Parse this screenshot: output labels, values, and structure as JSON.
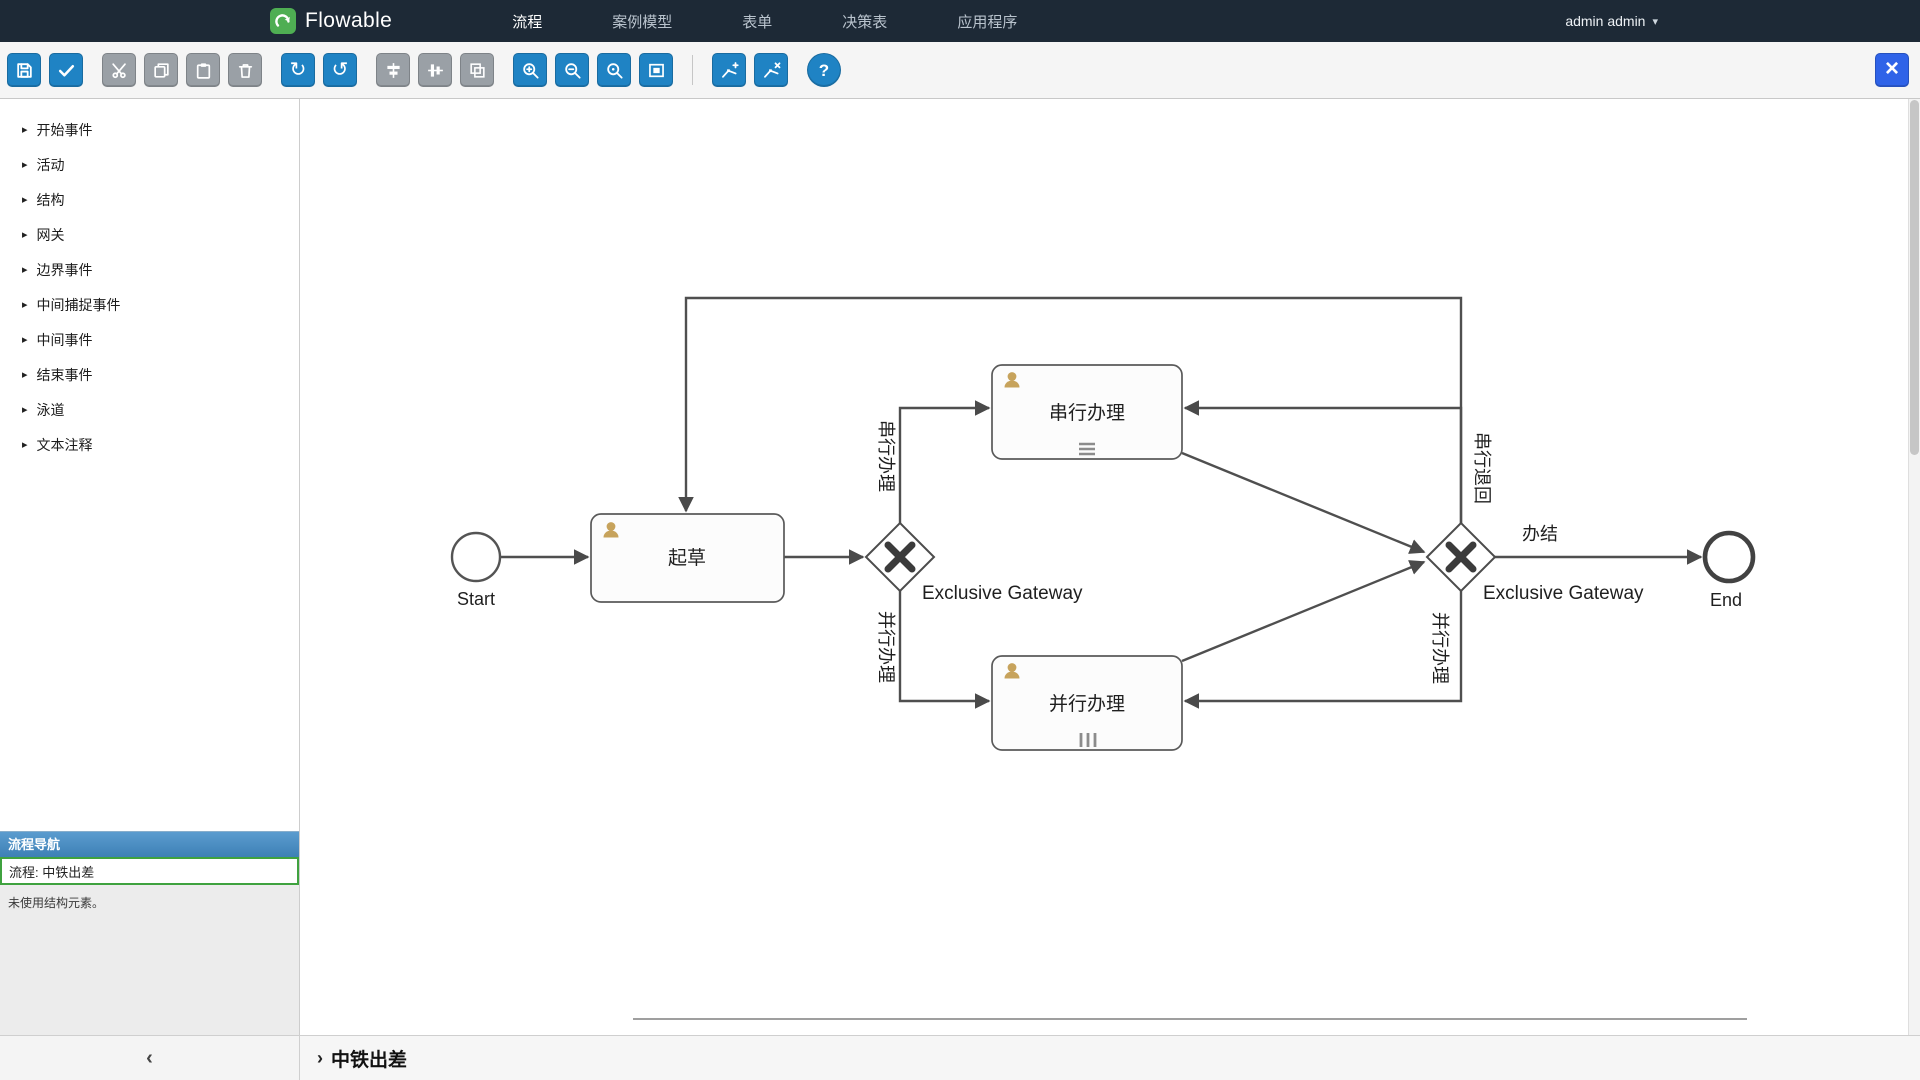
{
  "navbar": {
    "brand": "Flowable",
    "items": [
      "流程",
      "案例模型",
      "表单",
      "决策表",
      "应用程序"
    ],
    "active_item": "流程",
    "user_label": "admin admin"
  },
  "icons": {
    "user_caret": "▾",
    "palette_chevron": "▸",
    "collapse_left": "‹",
    "footer_chevron": "›",
    "redo": "↻",
    "undo": "↺",
    "help": "?",
    "close": "×"
  },
  "toolbar": {
    "buttons": [
      {
        "name": "save",
        "enabled": true
      },
      {
        "name": "validate",
        "enabled": true
      },
      {
        "name": "cut",
        "enabled": false
      },
      {
        "name": "copy",
        "enabled": false
      },
      {
        "name": "paste",
        "enabled": false
      },
      {
        "name": "delete",
        "enabled": false
      },
      {
        "name": "redo",
        "enabled": true
      },
      {
        "name": "undo",
        "enabled": true
      },
      {
        "name": "align-horizontal",
        "enabled": false
      },
      {
        "name": "align-vertical",
        "enabled": false
      },
      {
        "name": "same-size",
        "enabled": false
      },
      {
        "name": "zoom-in",
        "enabled": true
      },
      {
        "name": "zoom-out",
        "enabled": true
      },
      {
        "name": "zoom-actual",
        "enabled": true
      },
      {
        "name": "zoom-fit",
        "enabled": true
      },
      {
        "name": "bendpoint-add",
        "enabled": true
      },
      {
        "name": "bendpoint-remove",
        "enabled": true
      },
      {
        "name": "help",
        "enabled": true
      },
      {
        "name": "close",
        "enabled": true
      }
    ]
  },
  "palette": {
    "sections": [
      "开始事件",
      "活动",
      "结构",
      "网关",
      "边界事件",
      "中间捕捉事件",
      "中间事件",
      "结束事件",
      "泳道",
      "文本注释"
    ]
  },
  "navigator": {
    "title": "流程导航",
    "current": "流程: 中铁出差",
    "empty_hint": "未使用结构元素。"
  },
  "footer": {
    "title": "中铁出差"
  },
  "diagram": {
    "start": "Start",
    "end": "End",
    "task_draft": "起草",
    "task_serial": "串行办理",
    "task_parallel": "并行办理",
    "gateway1": "Exclusive Gateway",
    "gateway2": "Exclusive Gateway",
    "flow_serial": "串行办理",
    "flow_parallel": "并行办理",
    "flow_serial_return": "串行退回",
    "flow_parallel_return": "并行办理",
    "flow_done": "办结"
  },
  "colors": {
    "navbar_bg": "#1d2936",
    "brand_green": "#4fae53",
    "button_blue": "#1f83c4",
    "button_gray": "#9aa0a6",
    "close_blue": "#2f63e8",
    "navigator_header_blue": "#3d80b5",
    "selection_green": "#3fa23f",
    "edge_gray": "#4f4f4f",
    "user_icon_tan": "#c7a35c"
  }
}
